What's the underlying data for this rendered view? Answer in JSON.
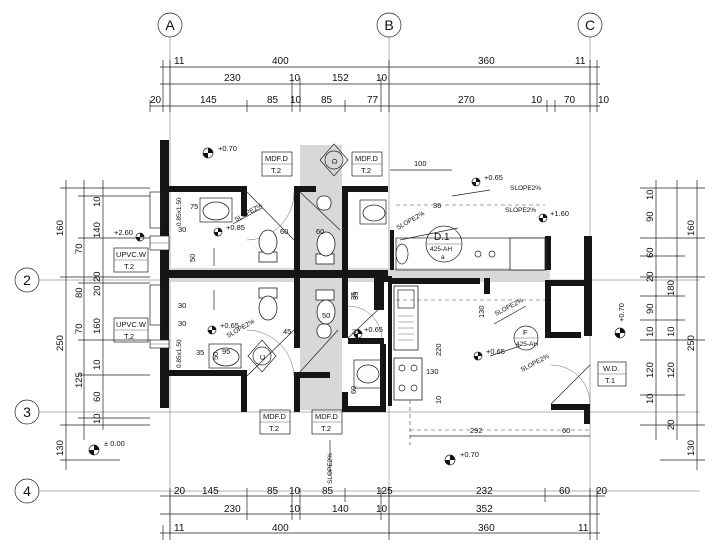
{
  "grid": {
    "columns": [
      {
        "label": "A"
      },
      {
        "label": "B"
      },
      {
        "label": "C"
      }
    ],
    "rows": [
      {
        "label": "2"
      },
      {
        "label": "3"
      },
      {
        "label": "4"
      }
    ]
  },
  "dims_top": {
    "row1": [
      "11",
      "400",
      "360",
      "11"
    ],
    "row2": [
      "230",
      "10",
      "152",
      "10"
    ],
    "row3": [
      "20",
      "145",
      "85",
      "10",
      "85",
      "77",
      "270",
      "10",
      "70",
      "10"
    ]
  },
  "dims_bottom": {
    "row1": [
      "20",
      "145",
      "85",
      "10",
      "85",
      "125",
      "232",
      "60",
      "20"
    ],
    "row2": [
      "230",
      "10",
      "140",
      "10",
      "352"
    ],
    "row3": [
      "11",
      "400",
      "360",
      "11"
    ]
  },
  "dims_left": {
    "outer": [
      "160",
      "250",
      "130"
    ],
    "inner": [
      "10",
      "140",
      "70",
      "20",
      "80",
      "20",
      "160",
      "70",
      "10",
      "125",
      "60",
      "10"
    ]
  },
  "dims_right": {
    "outer": [
      "160",
      "180",
      "250",
      "130"
    ],
    "inner": [
      "10",
      "90",
      "60",
      "20",
      "90",
      "10",
      "10",
      "120",
      "120",
      "10",
      "20"
    ]
  },
  "levels": {
    "l1": "+0.70",
    "l2": "+0.65",
    "l3": "+1.60",
    "l4": "+2.60",
    "l5": "+0.85",
    "l6": "+0.65",
    "l7": "+0.65",
    "l8": "+0.65",
    "l9": "+0.70",
    "l10": "± 0.00",
    "l11": "+0.70"
  },
  "tags": {
    "mdf_top_left": {
      "line1": "MDF.D",
      "line2": "T.2"
    },
    "mdf_top_mid": {
      "line1": "MDF.D",
      "line2": "T.2"
    },
    "mdf_bot_left": {
      "line1": "MDF.D",
      "line2": "T.2"
    },
    "mdf_bot_mid": {
      "line1": "MDF.D",
      "line2": "T.2"
    },
    "upvc_top": {
      "line1": "UPVC.W",
      "line2": "T.2"
    },
    "upvc_bot": {
      "line1": "UPVC.W",
      "line2": "T.2"
    },
    "wd": {
      "line1": "W.D.",
      "line2": "T.1"
    },
    "d1": {
      "line1": "D.1",
      "line2": "425-AH",
      "line3": "a"
    },
    "f": {
      "line1": "F",
      "line2": "425-AH"
    },
    "d": {
      "letter": "D"
    },
    "c": {
      "letter": "C"
    }
  },
  "slopes": [
    "SLOPE2%",
    "SLOPE2%",
    "SLOPE2%",
    "SLOPE2%",
    "SLOPE2%",
    "SLOPE2%",
    "SLOPE2%",
    "SLOPE2%"
  ],
  "interior_dims": [
    "100",
    "75",
    "30",
    "60",
    "60",
    "50",
    "50",
    "30",
    "30",
    "35",
    "45",
    "35",
    "36",
    "130",
    "220",
    "130",
    "60",
    "10",
    "35",
    "292",
    "60",
    "95",
    "35",
    "50",
    "0.85x1.50",
    "0.85x1.50"
  ]
}
